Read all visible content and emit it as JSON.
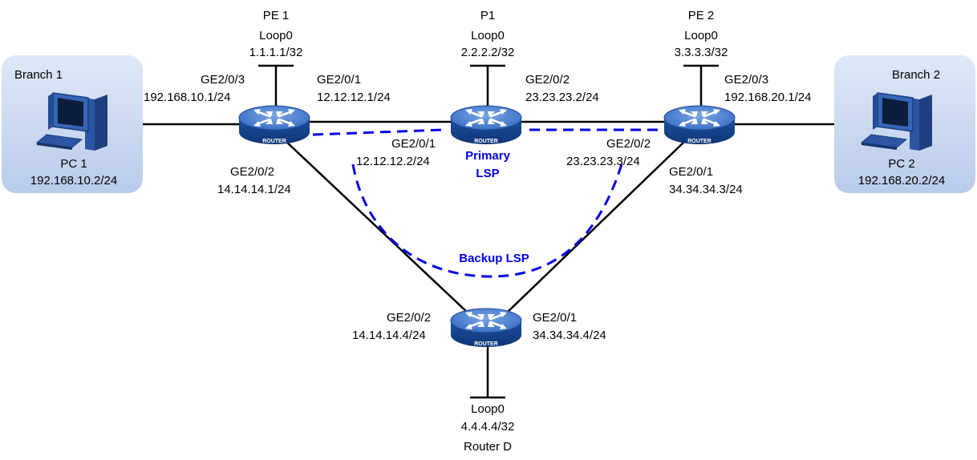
{
  "branches": {
    "branch1": {
      "label": "Branch 1",
      "pc": "PC 1",
      "ip": "192.168.10.2/24"
    },
    "branch2": {
      "label": "Branch 2",
      "pc": "PC 2",
      "ip": "192.168.20.2/24"
    }
  },
  "routers": {
    "pe1": {
      "name": "PE 1",
      "loop_name": "Loop0",
      "loop_ip": "1.1.1.1/32",
      "badge": "ROUTER",
      "if_ge203": "GE2/0/3",
      "ip_ge203": "192.168.10.1/24",
      "if_ge201": "GE2/0/1",
      "ip_ge201": "12.12.12.1/24",
      "if_ge202": "GE2/0/2",
      "ip_ge202": "14.14.14.1/24"
    },
    "p1": {
      "name": "P1",
      "loop_name": "Loop0",
      "loop_ip": "2.2.2.2/32",
      "badge": "ROUTER",
      "if_ge201": "GE2/0/1",
      "ip_ge201": "12.12.12.2/24",
      "if_ge202": "GE2/0/2",
      "ip_ge202": "23.23.23.2/24"
    },
    "pe2": {
      "name": "PE 2",
      "loop_name": "Loop0",
      "loop_ip": "3.3.3.3/32",
      "badge": "ROUTER",
      "if_ge203": "GE2/0/3",
      "ip_ge203": "192.168.20.1/24",
      "if_ge202": "GE2/0/2",
      "ip_ge202": "23.23.23.3/24",
      "if_ge201": "GE2/0/1",
      "ip_ge201": "34.34.34.3/24"
    },
    "routerd": {
      "name": "Router D",
      "loop_name": "Loop0",
      "loop_ip": "4.4.4.4/32",
      "badge": "ROUTER",
      "if_ge202": "GE2/0/2",
      "ip_ge202": "14.14.14.4/24",
      "if_ge201": "GE2/0/1",
      "ip_ge201": "34.34.34.4/24"
    }
  },
  "lsps": {
    "primary_line1": "Primary",
    "primary_line2": "LSP",
    "backup": "Backup LSP",
    "color": "#0000e6"
  },
  "colors": {
    "branch_bg": "#c9d7ef",
    "router_body": "#1f5bb6",
    "router_top": "#5f8fd9",
    "link": "#000000"
  },
  "icons": {
    "router": "router-icon",
    "pc": "pc-icon"
  }
}
